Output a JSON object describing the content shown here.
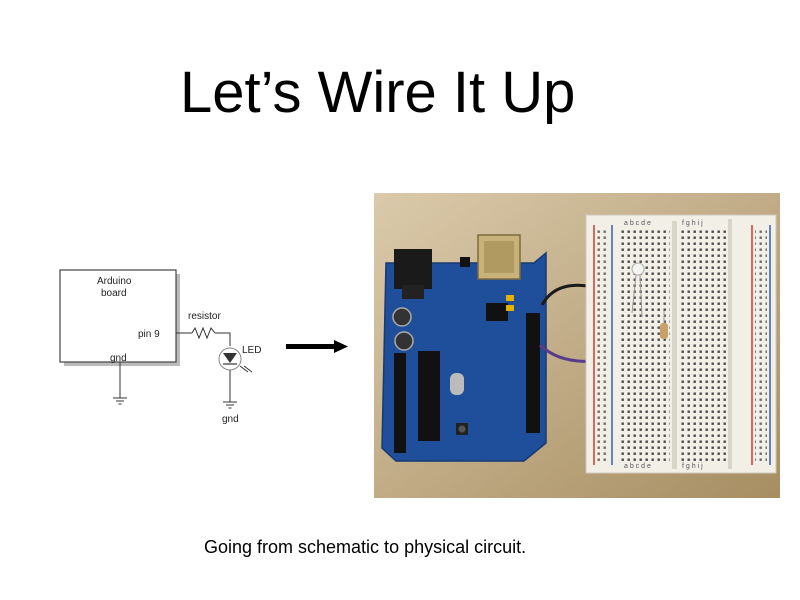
{
  "slide": {
    "title": "Let’s Wire It Up",
    "caption": "Going from schematic to physical circuit."
  },
  "schematic": {
    "board_label_line1": "Arduino",
    "board_label_line2": "board",
    "pin_label": "pin 9",
    "gnd_label_board": "gnd",
    "resistor_label": "resistor",
    "led_label": "LED",
    "gnd_label_led": "gnd"
  },
  "photo": {
    "breadboard_letters_top": "a b c d e",
    "breadboard_letters_top2": "f g h i j",
    "breadboard_letters_bottom": "a b c d e",
    "breadboard_letters_bottom2": "f g h i j"
  },
  "colors": {
    "background": "#ffffff",
    "arduino_blue": "#1f4f9a",
    "photo_bg": "#c9b07e",
    "breadboard": "#f1efe6",
    "rail_red": "#d23b2b",
    "rail_blue": "#3a5fb0"
  }
}
